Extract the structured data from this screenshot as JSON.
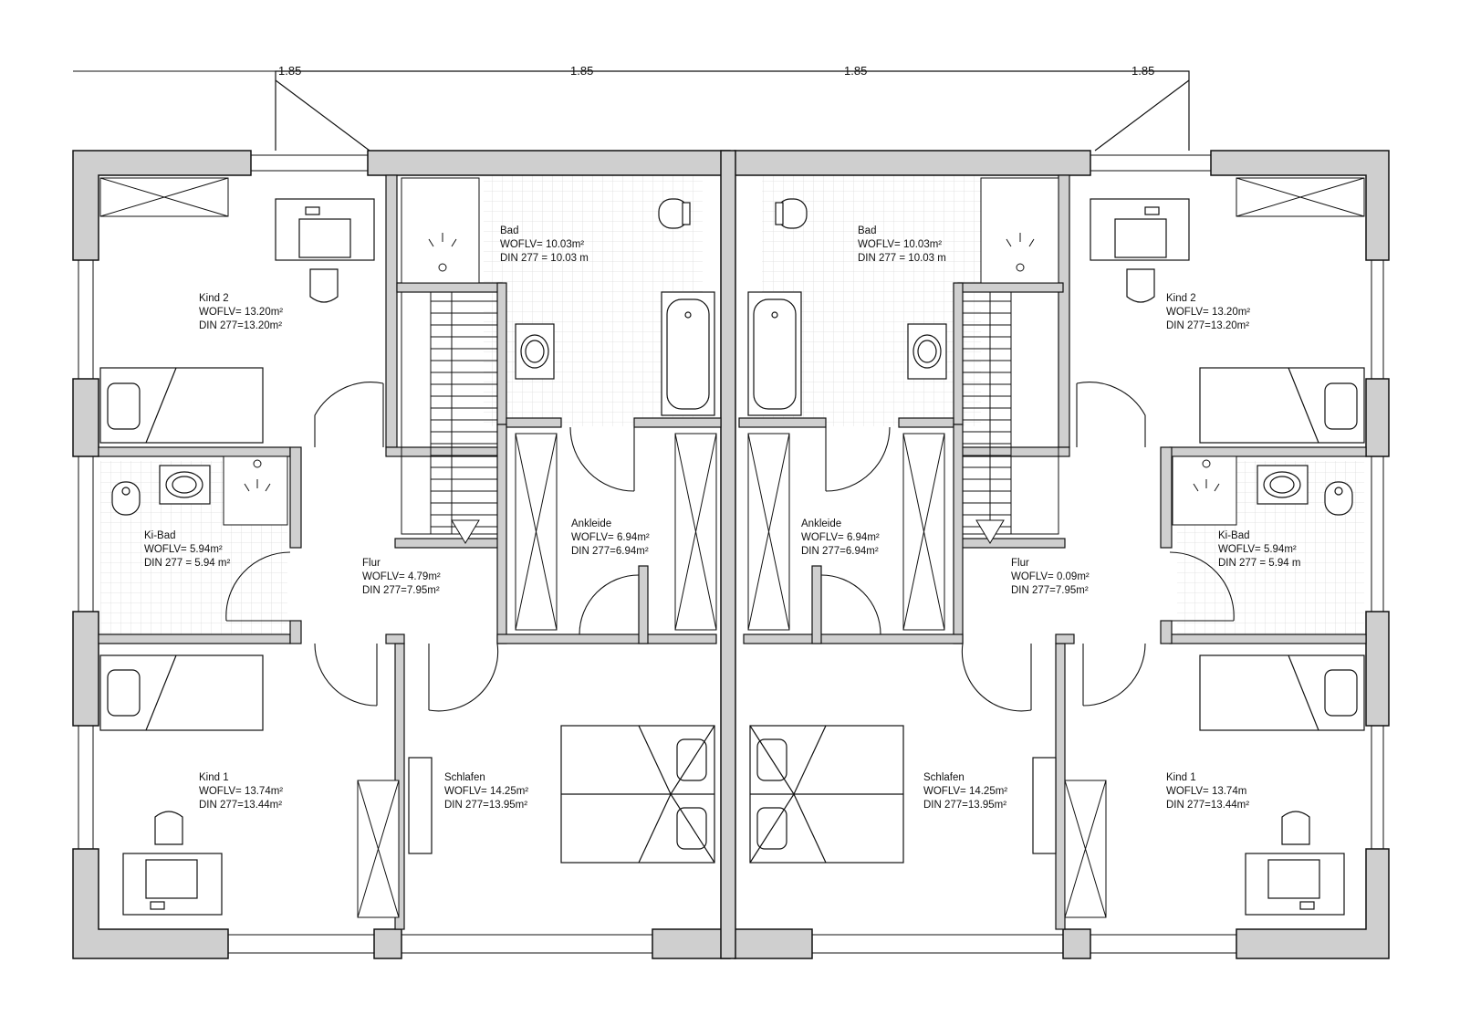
{
  "colors": {
    "wall_fill": "#cfcfcf",
    "wall_stroke": "#111111",
    "tile_line": "#d9d9d9",
    "background": "#ffffff"
  },
  "dimensions": [
    "1.85",
    "1.85",
    "1.85",
    "1.85"
  ],
  "rooms": {
    "kind2_left": [
      "Kind 2",
      "WOFLV= 13.20m²",
      "DIN 277=13.20m²"
    ],
    "bad_left": [
      "Bad",
      "WOFLV= 10.03m²",
      "DIN 277 = 10.03 m"
    ],
    "kibad_left": [
      "Ki-Bad",
      "WOFLV= 5.94m²",
      "DIN 277 = 5.94 m²"
    ],
    "flur_left": [
      "Flur",
      "WOFLV= 4.79m²",
      "DIN 277=7.95m²"
    ],
    "ankleide_left": [
      "Ankleide",
      "WOFLV= 6.94m²",
      "DIN 277=6.94m²"
    ],
    "kind1_left": [
      "Kind 1",
      "WOFLV= 13.74m²",
      "DIN 277=13.44m²"
    ],
    "schlafen_left": [
      "Schlafen",
      "WOFLV= 14.25m²",
      "DIN 277=13.95m²"
    ],
    "bad_right": [
      "Bad",
      "WOFLV= 10.03m²",
      "DIN 277 = 10.03 m"
    ],
    "kind2_right": [
      "Kind 2",
      "WOFLV= 13.20m²",
      "DIN 277=13.20m²"
    ],
    "ankleide_right": [
      "Ankleide",
      "WOFLV= 6.94m²",
      "DIN 277=6.94m²"
    ],
    "flur_right": [
      "Flur",
      "WOFLV= 0.09m²",
      "DIN 277=7.95m²"
    ],
    "kibad_right": [
      "Ki-Bad",
      "WOFLV= 5.94m²",
      "DIN 277 = 5.94 m"
    ],
    "schlafen_right": [
      "Schlafen",
      "WOFLV= 14.25m²",
      "DIN 277=13.95m²"
    ],
    "kind1_right": [
      "Kind 1",
      "WOFLV= 13.74m",
      "DIN 277=13.44m²"
    ]
  }
}
